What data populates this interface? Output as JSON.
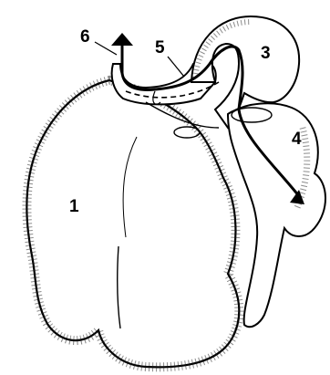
{
  "labels": {
    "l1": "1",
    "l3": "3",
    "l4": "4",
    "l5": "5",
    "l6": "6"
  },
  "colors": {
    "ink": "#000000",
    "stipple": "#1a1a1a",
    "background": "#ffffff"
  }
}
